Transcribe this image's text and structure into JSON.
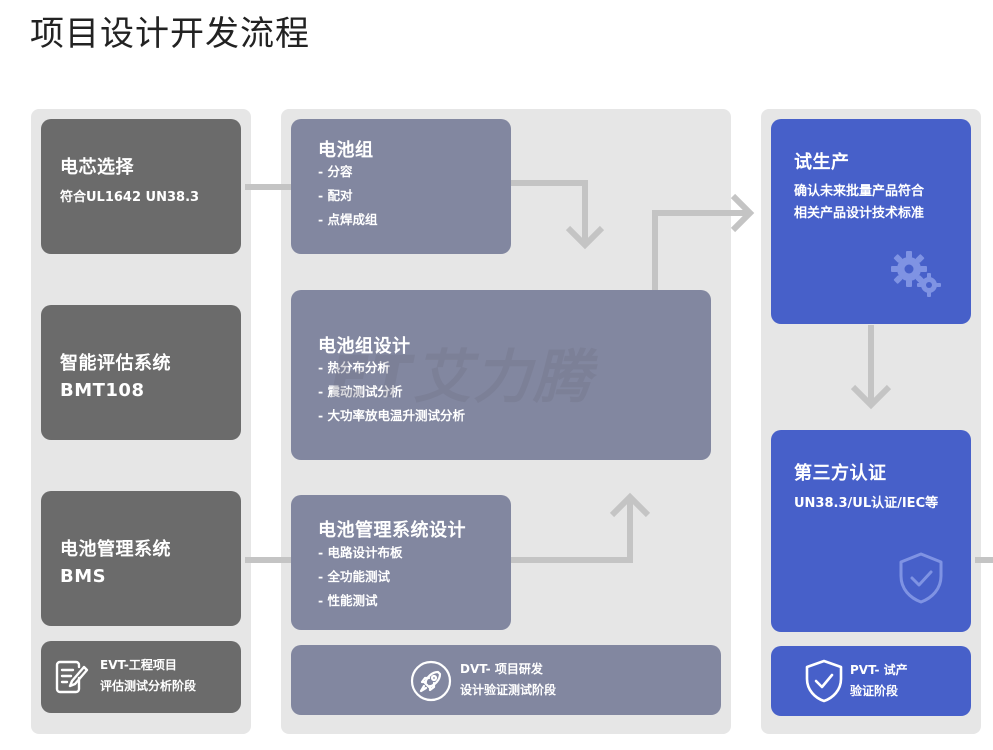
{
  "title": "项目设计开发流程",
  "watermark": "ET艾力腾",
  "evt": {
    "cell_select": {
      "title": "电芯选择",
      "subtitle": "符合UL1642  UN38.3"
    },
    "smart_eval": {
      "title": "智能评估系统",
      "subtitle": "BMT108"
    },
    "bms": {
      "title": "电池管理系统",
      "subtitle": "BMS"
    },
    "footer": {
      "line1": "EVT-工程项目",
      "line2": "评估测试分析阶段"
    }
  },
  "dvt": {
    "pack": {
      "title": "电池组",
      "items": [
        "分容",
        "配对",
        "点焊成组"
      ]
    },
    "pack_design": {
      "title": "电池组设计",
      "items": [
        "热分布分析",
        "震动测试分析",
        "大功率放电温升测试分析"
      ]
    },
    "bms_design": {
      "title": "电池管理系统设计",
      "items": [
        "电路设计布板",
        "全功能测试",
        "性能测试"
      ]
    },
    "footer": {
      "line1": "DVT- 项目研发",
      "line2": "设计验证测试阶段"
    }
  },
  "pvt": {
    "trial": {
      "title": "试生产",
      "line1": "确认未来批量产品符合",
      "line2": "相关产品设计技术标准"
    },
    "cert": {
      "title": "第三方认证",
      "subtitle": "UN38.3/UL认证/IEC等"
    },
    "footer": {
      "line1": "PVT- 试产",
      "line2": "验证阶段"
    }
  },
  "colors": {
    "panel": "#e6e6e6",
    "evt_box": "#6b6b6b",
    "dvt_box": "#8287a0",
    "pvt_box": "#4760c9",
    "connector": "#c4c4c4"
  },
  "icons": {
    "evt_footer": "document-edit-icon",
    "dvt_footer": "rocket-icon",
    "pvt_footer": "shield-check-icon",
    "trial": "gears-icon",
    "cert": "shield-check-icon"
  }
}
